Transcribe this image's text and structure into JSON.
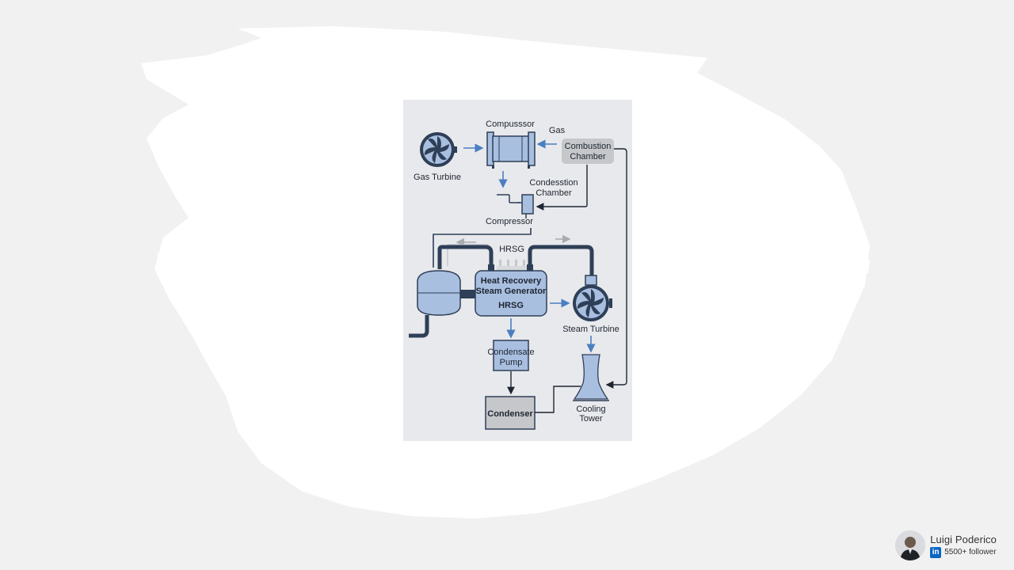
{
  "diagram": {
    "labels": {
      "gas_turbine": "Gas Turbine",
      "compressor_top": "Compusssor",
      "gas": "Gas",
      "combustion_line1": "Combustion",
      "combustion_line2": "Chamber",
      "condesstion_line1": "Condesstion",
      "condesstion_line2": "Chamber",
      "compressor": "Compressor",
      "hrsg_top": "HRSG",
      "hrsg_line1": "Heat Recovery",
      "hrsg_line2": "Steam Generator",
      "hrsg_line3": "HRSG",
      "steam_turbine": "Steam Turbine",
      "condensate_line1": "Condensate",
      "condensate_line2": "Pump",
      "condenser": "Condenser",
      "cooling_line1": "Cooling",
      "cooling_line2": "Tower"
    },
    "colors": {
      "component_fill": "#a9bfe0",
      "component_stroke": "#2e3f57",
      "pipe": "#2e3f57",
      "flow_arrow": "#4a7fc1",
      "box_grey": "#c5c7ca",
      "panel_bg": "#e8e9ec"
    }
  },
  "author": {
    "name": "Luigi Poderico",
    "network_icon": "linkedin-icon",
    "network_badge": "in",
    "followers": "5500+ follower"
  }
}
